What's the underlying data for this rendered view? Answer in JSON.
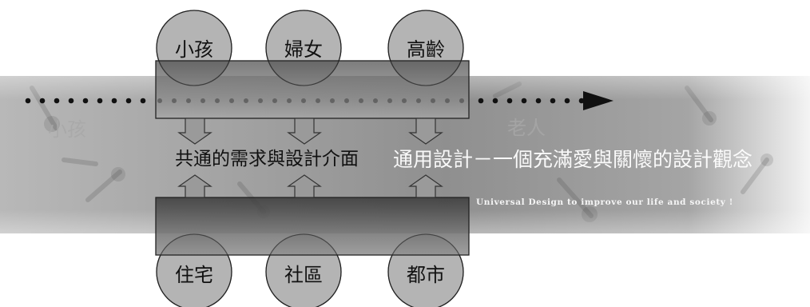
{
  "top_circles": [
    "小孩",
    "婦女",
    "高齡"
  ],
  "bottom_circles": [
    "住宅",
    "社區",
    "都市"
  ],
  "center_label": "共通的需求與設計介面",
  "banner": {
    "title": "通用設計－一個充滿愛與關懷的設計觀念",
    "subtitle": "Universal Design to improve our life and society !",
    "watermark_left": "小孩",
    "watermark_right": "老人"
  },
  "colors": {
    "circle_fill": "#b4b4b4",
    "bar_dark": "#3c3c3c",
    "bar_light": "#8a8a8a",
    "banner_bg": "#9c9c9c",
    "arrow_fill": "#9a9a9a"
  }
}
